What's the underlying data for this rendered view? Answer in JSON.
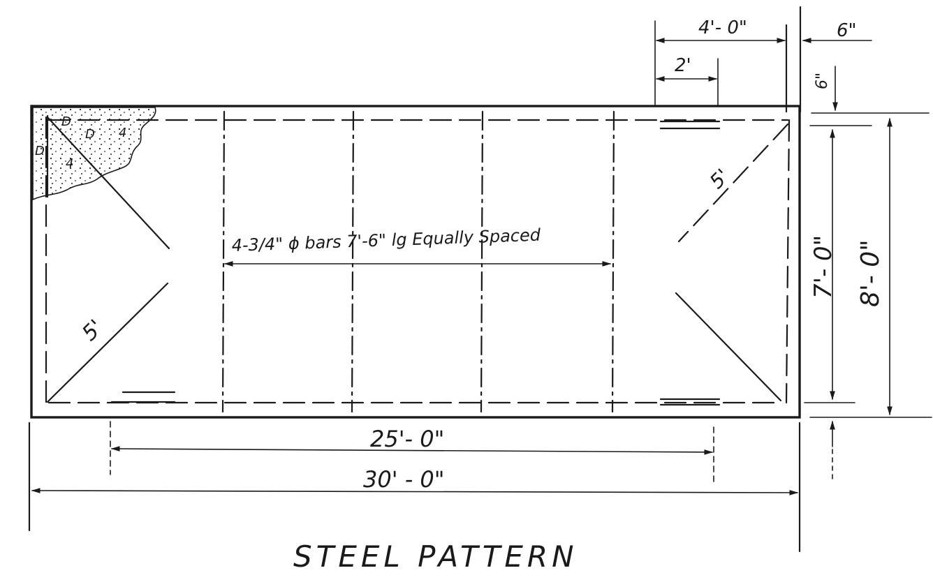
{
  "title": "STEEL PATTERN",
  "dimensions": {
    "overall_length": "30' - 0\"",
    "bar_span": "25'- 0\"",
    "overall_width": "8'- 0\"",
    "inner_width": "7'- 0\"",
    "top_segment": "4'- 0\"",
    "edge_offset": "6\"",
    "small_segment": "2'",
    "vertical_offset": "6\""
  },
  "notes": {
    "bars": "4-3/4\" ϕ bars 7'-6\" lg Equally Spaced",
    "diagonal_top_right": "5'",
    "diagonal_bottom_left": "5'"
  },
  "section_marks": [
    "D",
    "D",
    "4",
    "4",
    "D"
  ]
}
